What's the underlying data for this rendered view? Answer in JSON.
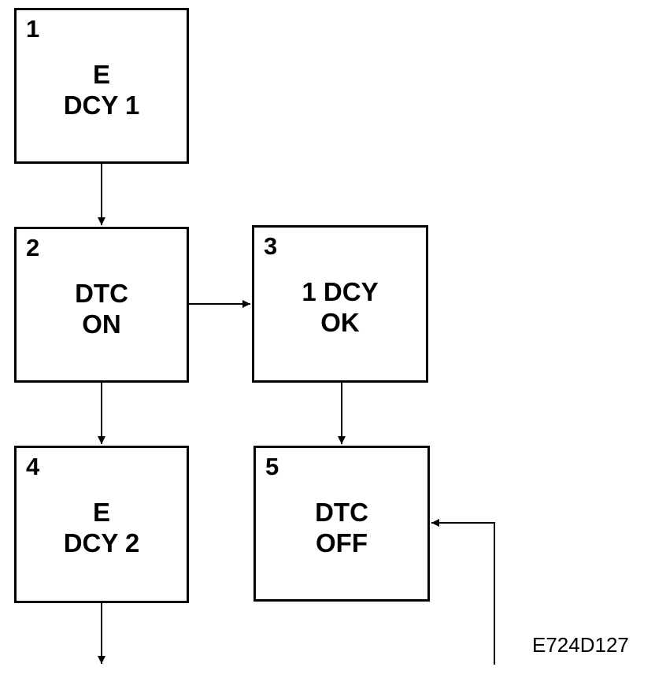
{
  "boxes": [
    {
      "number": "1",
      "lines": [
        "E",
        "DCY 1"
      ]
    },
    {
      "number": "2",
      "lines": [
        "DTC",
        "ON"
      ]
    },
    {
      "number": "3",
      "lines": [
        "1 DCY",
        "OK"
      ]
    },
    {
      "number": "4",
      "lines": [
        "E",
        "DCY 2"
      ]
    },
    {
      "number": "5",
      "lines": [
        "DTC",
        "OFF"
      ]
    }
  ],
  "figure_code": "E724D127"
}
